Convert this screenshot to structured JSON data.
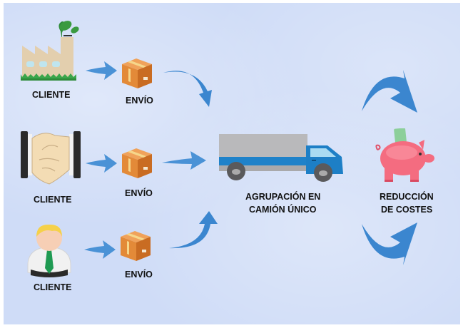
{
  "diagram": {
    "clients": [
      {
        "label": "CLIENTE",
        "icon": "factory-icon"
      },
      {
        "label": "CLIENTE",
        "icon": "handshake-icon"
      },
      {
        "label": "CLIENTE",
        "icon": "businessman-icon"
      }
    ],
    "shipments": [
      {
        "label": "ENVÍO",
        "icon": "package-box-icon"
      },
      {
        "label": "ENVÍO",
        "icon": "package-box-icon"
      },
      {
        "label": "ENVÍO",
        "icon": "package-box-icon"
      }
    ],
    "consolidation": {
      "line1": "AGRUPACIÓN EN",
      "line2": "CAMIÓN ÚNICO",
      "icon": "truck-icon"
    },
    "result": {
      "line1": "REDUCCIÓN",
      "line2": "DE COSTES",
      "icon": "piggy-bank-icon"
    },
    "colors": {
      "background": "#cfdcf7",
      "arrow": "#3b86cf",
      "box": "#d97b2b",
      "truck_blue": "#1f7fc6",
      "piggy": "#f2677b"
    }
  }
}
